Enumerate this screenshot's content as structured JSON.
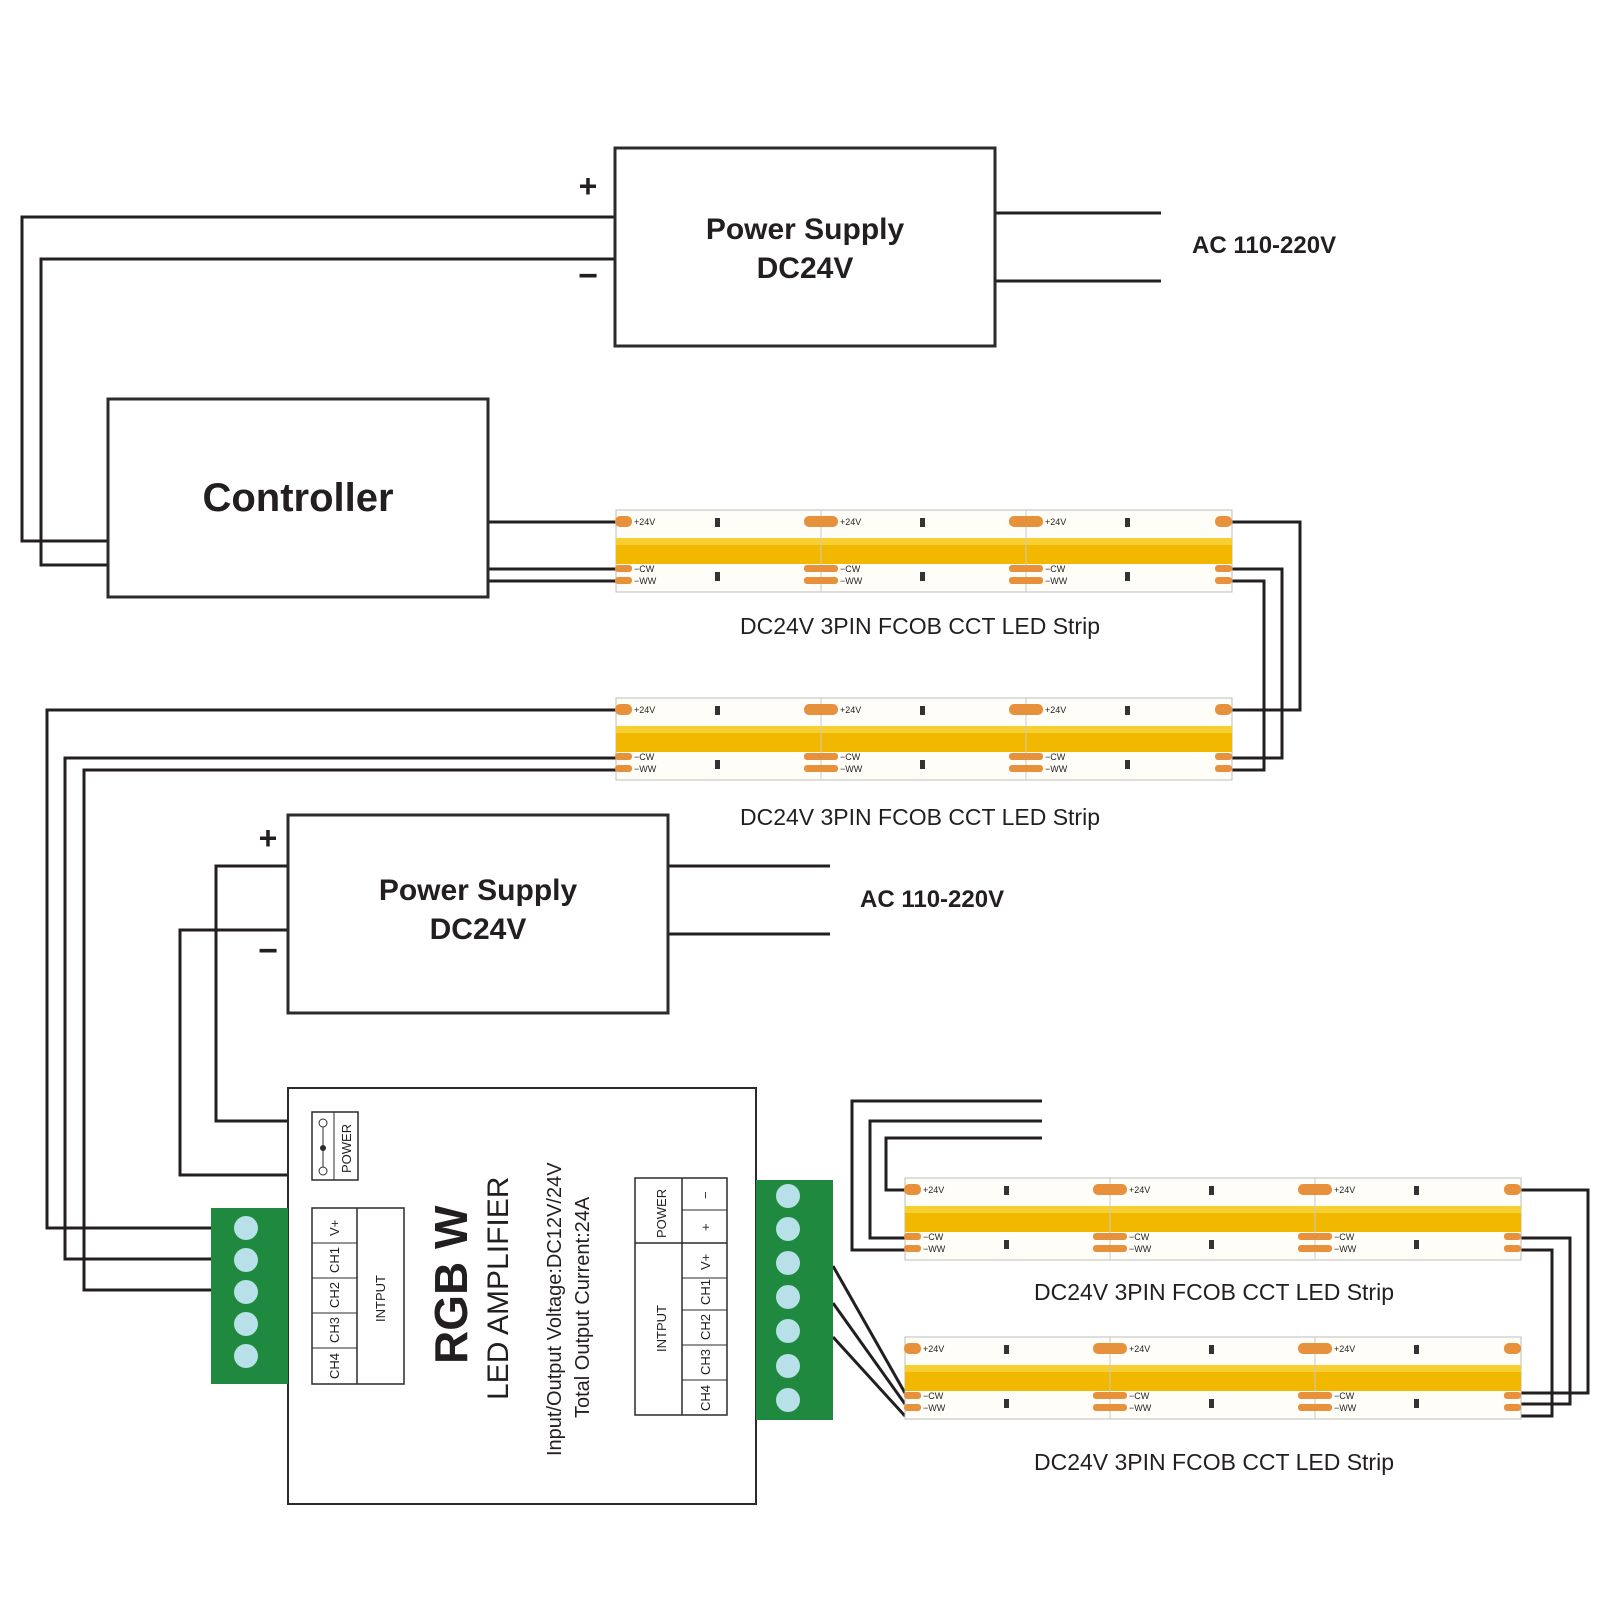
{
  "power_supply_top": {
    "title": "Power Supply",
    "voltage": "DC24V",
    "plus": "+",
    "minus": "−",
    "ac_label": "AC 110-220V"
  },
  "controller": {
    "title": "Controller"
  },
  "power_supply_bottom": {
    "title": "Power Supply",
    "voltage": "DC24V",
    "plus": "+",
    "minus": "−",
    "ac_label": "AC 110-220V"
  },
  "amplifier": {
    "title": "RGB W",
    "subtitle": "LED AMPLIFIER",
    "spec_voltage": "Input/Output Voltage:DC12V/24V",
    "spec_current": "Total Output Current:24A",
    "power_label": "POWER",
    "input_left": {
      "header": "INTPUT",
      "pins": [
        "V+",
        "CH1",
        "CH2",
        "CH3",
        "CH4"
      ]
    },
    "output_right": {
      "power_header": "POWER",
      "input_header": "INTPUT",
      "power_pins": [
        "−",
        "+"
      ],
      "pins": [
        "V+",
        "CH1",
        "CH2",
        "CH3",
        "CH4"
      ]
    }
  },
  "strip": {
    "caption": "DC24V 3PIN FCOB CCT LED Strip",
    "pad_plus": "+24V",
    "pad_cw": "−CW",
    "pad_ww": "−WW"
  },
  "colors": {
    "strip_yellow": "#f2b800",
    "pad_orange": "#e8913c",
    "terminal_green": "#1f8a3f",
    "terminal_dot": "#b8e0e8"
  }
}
